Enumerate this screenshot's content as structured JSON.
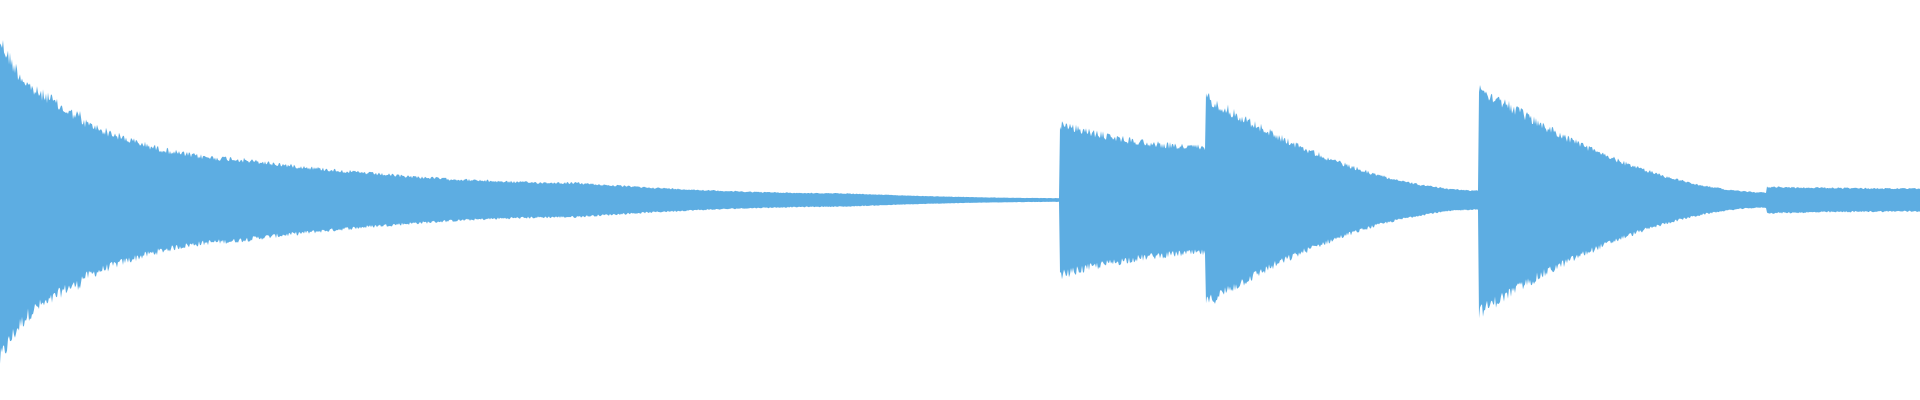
{
  "waveform": {
    "color": "#5dade2",
    "background": "#ffffff",
    "channels": 1,
    "envelope_segments": [
      {
        "from": 0.0,
        "to": 0.025,
        "start_amp": 0.85,
        "end_amp": 0.55
      },
      {
        "from": 0.025,
        "to": 0.042,
        "start_amp": 0.55,
        "end_amp": 0.45
      },
      {
        "from": 0.042,
        "to": 0.12,
        "start_amp": 0.42,
        "end_amp": 0.22
      },
      {
        "from": 0.12,
        "to": 0.3,
        "start_amp": 0.22,
        "end_amp": 0.09
      },
      {
        "from": 0.3,
        "to": 0.44,
        "start_amp": 0.09,
        "end_amp": 0.035
      },
      {
        "from": 0.44,
        "to": 0.552,
        "start_amp": 0.035,
        "end_amp": 0.01
      },
      {
        "from": 0.552,
        "to": 0.628,
        "start_amp": 0.4,
        "end_amp": 0.28
      },
      {
        "from": 0.628,
        "to": 0.77,
        "start_amp": 0.55,
        "end_amp": 0.05
      },
      {
        "from": 0.77,
        "to": 0.92,
        "start_amp": 0.6,
        "end_amp": 0.04
      },
      {
        "from": 0.92,
        "to": 1.0,
        "start_amp": 0.07,
        "end_amp": 0.06
      }
    ]
  }
}
